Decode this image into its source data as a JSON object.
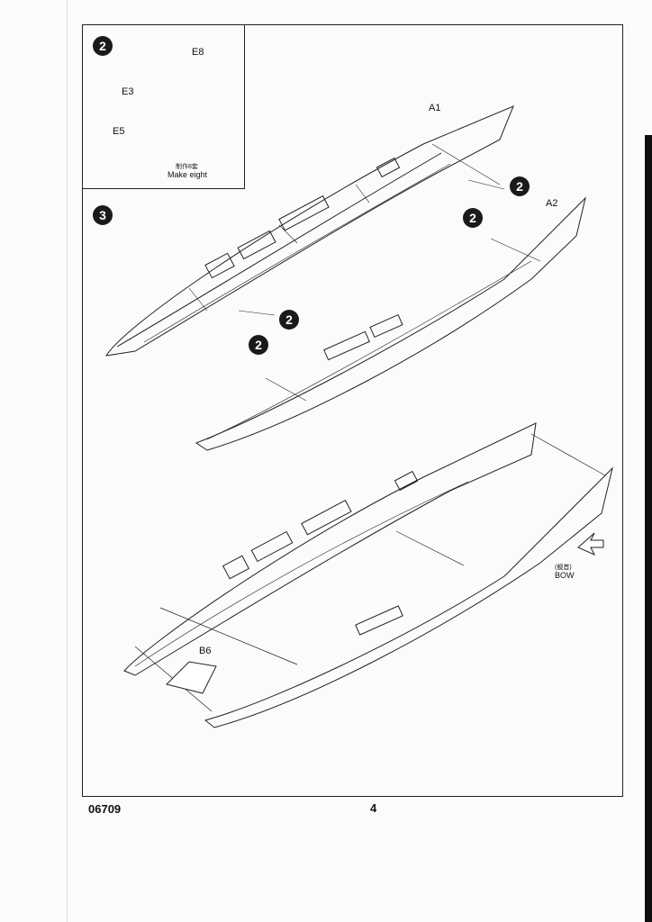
{
  "steps": {
    "step2": "2",
    "step3": "3"
  },
  "inset": {
    "label_e8": "E8",
    "label_e3": "E3",
    "label_e5": "E5",
    "note_cn": "制作8套",
    "note_en": "Make eight"
  },
  "parts": {
    "a1": "A1",
    "a2": "A2",
    "b6": "B6"
  },
  "callouts": [
    "2",
    "2",
    "2",
    "2"
  ],
  "bow": {
    "cn": "(舰首)",
    "en": "BOW"
  },
  "footer": {
    "code": "06709",
    "page": "4"
  },
  "colors": {
    "line": "#222222",
    "badge": "#1a1a1a"
  }
}
